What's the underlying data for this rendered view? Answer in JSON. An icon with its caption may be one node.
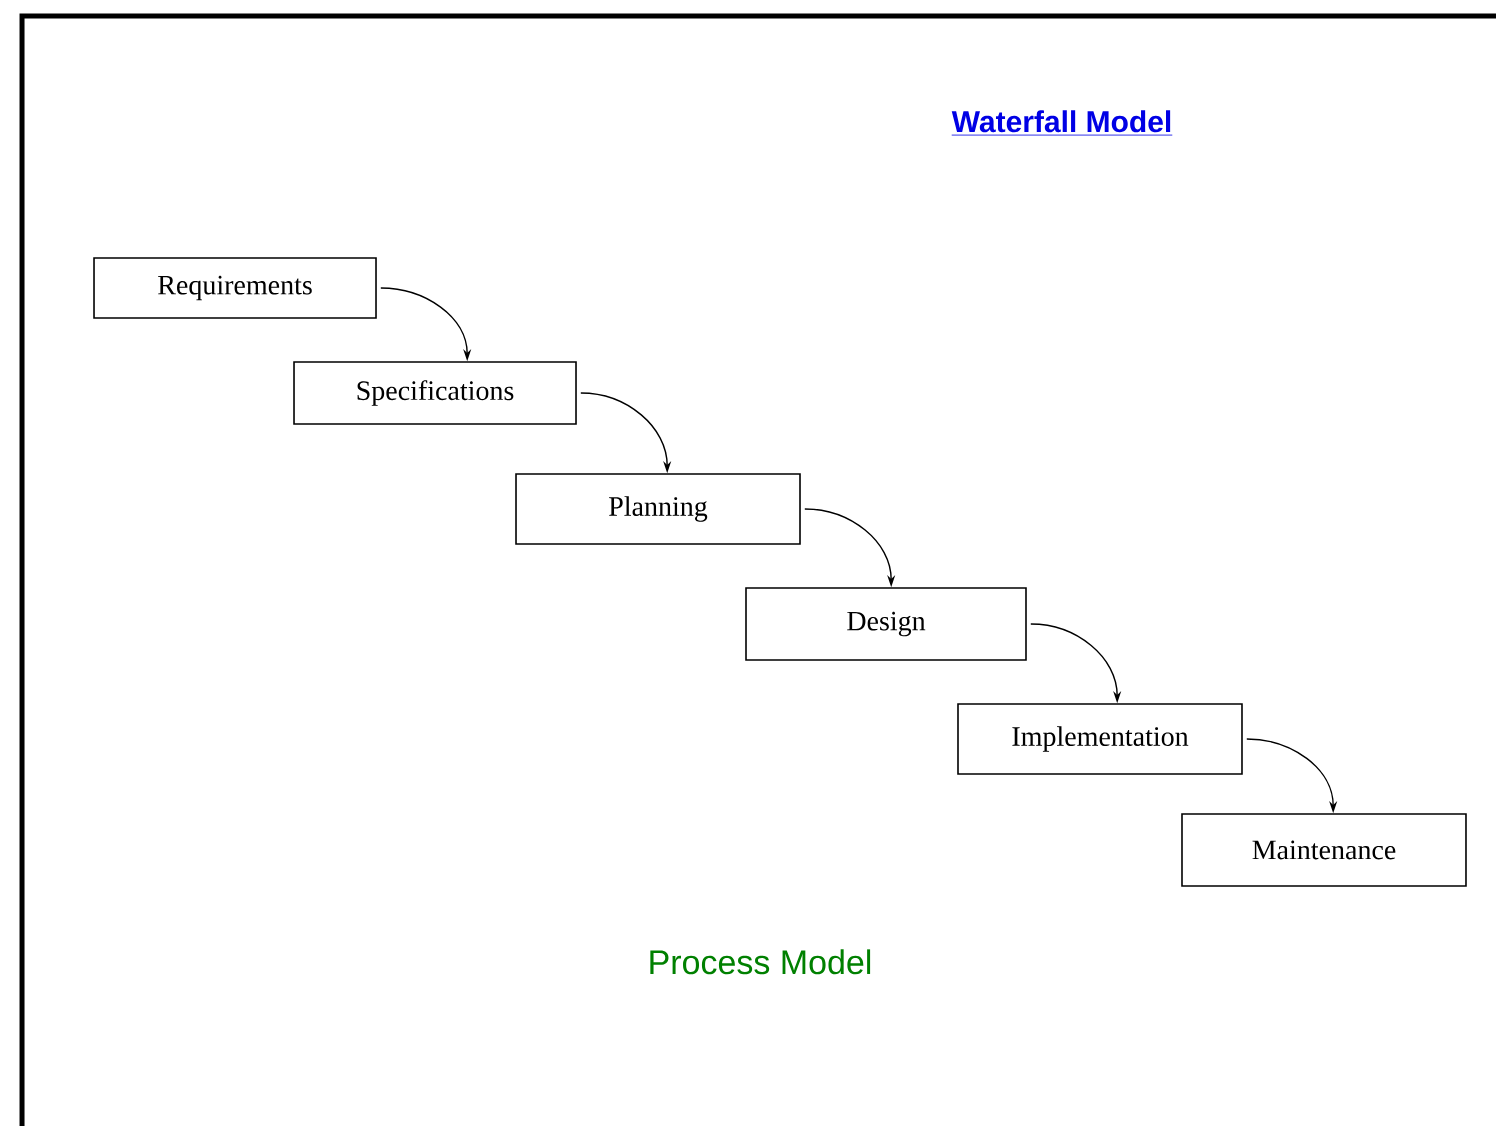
{
  "diagram": {
    "title": "Waterfall Model",
    "caption": "Process Model",
    "nodes": [
      {
        "text": [
          "Requirements"
        ]
      },
      {
        "text": [
          "Specifications"
        ]
      },
      {
        "text": [
          "Planning"
        ]
      },
      {
        "text": [
          "Design"
        ]
      },
      {
        "text": [
          "Implementation"
        ]
      },
      {
        "text": [
          "Maintenance"
        ]
      }
    ],
    "edges": [
      {
        "from": 0,
        "to": 1,
        "arrow": "to"
      },
      {
        "from": 1,
        "to": 2,
        "arrow": "to"
      },
      {
        "from": 2,
        "to": 3,
        "arrow": "to"
      },
      {
        "from": 3,
        "to": 4,
        "arrow": "to"
      },
      {
        "from": 4,
        "to": 5,
        "arrow": "to"
      }
    ]
  }
}
